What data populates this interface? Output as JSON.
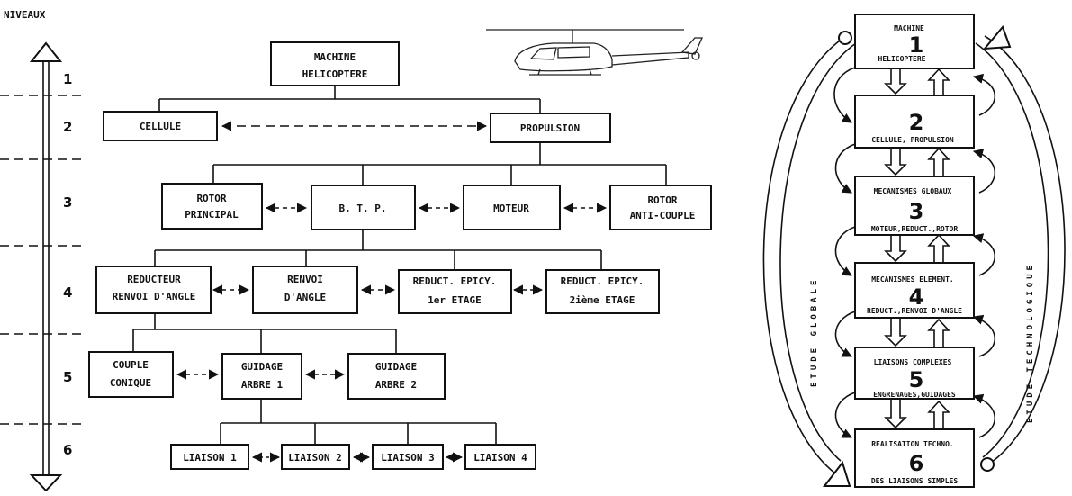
{
  "levels": {
    "title": "NIVEAUX",
    "numbers": [
      "1",
      "2",
      "3",
      "4",
      "5",
      "6"
    ]
  },
  "tree": {
    "root": [
      "MACHINE",
      "HELICOPTERE"
    ],
    "cellule": "CELLULE",
    "propulsion": "PROPULSION",
    "rotor_principal": [
      "ROTOR",
      "PRINCIPAL"
    ],
    "btp": "B. T. P.",
    "moteur": "MOTEUR",
    "rotor_anticouple": [
      "ROTOR",
      "ANTI-COUPLE"
    ],
    "reducteur": [
      "REDUCTEUR",
      "RENVOI D'ANGLE"
    ],
    "renvoi": [
      "RENVOI",
      "D'ANGLE"
    ],
    "epicy1": [
      "REDUCT. EPICY.",
      "1er ETAGE"
    ],
    "epicy2": [
      "REDUCT. EPICY.",
      "2ième ETAGE"
    ],
    "couple": [
      "COUPLE",
      "CONIQUE"
    ],
    "guidage1": [
      "GUIDAGE",
      "ARBRE 1"
    ],
    "guidage2": [
      "GUIDAGE",
      "ARBRE 2"
    ],
    "liaisons": [
      "LIAISON 1",
      "LIAISON 2",
      "LIAISON 3",
      "LIAISON 4"
    ]
  },
  "cycle": {
    "boxes": [
      {
        "number": "1",
        "top": "MACHINE",
        "bottom": "HELICOPTERE"
      },
      {
        "number": "2",
        "top": "",
        "bottom": "CELLULE, PROPULSION"
      },
      {
        "number": "3",
        "top": "MECANISMES GLOBAUX",
        "bottom": "MOTEUR,REDUCT.,ROTOR"
      },
      {
        "number": "4",
        "top": "MECANISMES ELEMENT.",
        "bottom": "REDUCT.,RENVOI D'ANGLE"
      },
      {
        "number": "5",
        "top": "LIAISONS COMPLEXES",
        "bottom": "ENGRENAGES,GUIDAGES"
      },
      {
        "number": "6",
        "top": "REALISATION TECHNO.",
        "bottom": "DES LIAISONS SIMPLES"
      }
    ],
    "left_label": "ETUDE GLOBALE",
    "right_label": "ETUDE TECHNOLOGIQUE"
  }
}
